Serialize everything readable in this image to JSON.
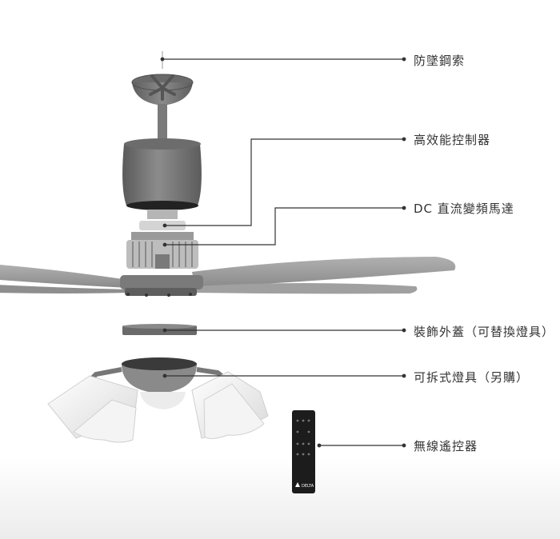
{
  "labels": [
    {
      "text": "防墜鋼索"
    },
    {
      "text": "高效能控制器"
    },
    {
      "text": "DC 直流變頻馬達"
    },
    {
      "text": "裝飾外蓋（可替換燈具）"
    },
    {
      "text": "可拆式燈具（另購）"
    },
    {
      "text": "無線遙控器"
    }
  ],
  "remote_brand": "DELTA",
  "colors": {
    "line": "#333333",
    "body": "#7d7d7d",
    "blade": "#9c9c9c",
    "shade": "#f5f5f5",
    "remote": "#1c1c1c"
  }
}
